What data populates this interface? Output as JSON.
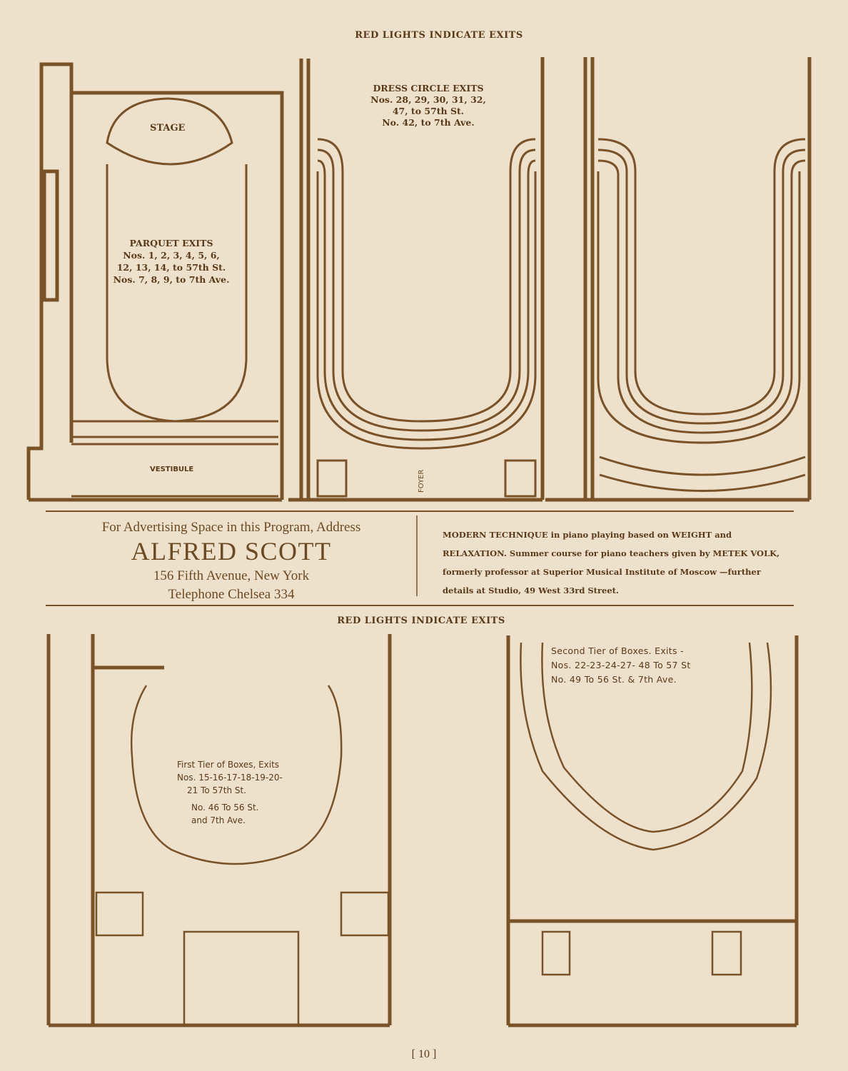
{
  "header_top": "RED LIGHTS INDICATE EXITS",
  "header_bottom": "RED LIGHTS INDICATE EXITS",
  "parquet": {
    "stage": "STAGE",
    "title": "PARQUET EXITS",
    "lines": [
      "Nos. 1, 2, 3, 4, 5, 6,",
      "12, 13, 14, to 57th St.",
      "Nos. 7, 8, 9, to 7th Ave."
    ],
    "vestibule": "VESTIBULE"
  },
  "dress_circle": {
    "title": "DRESS CIRCLE EXITS",
    "lines": [
      "Nos. 28, 29, 30, 31, 32,",
      "47, to 57th St.",
      "No. 42, to 7th Ave."
    ],
    "foyer": "FOYER"
  },
  "ad_left": {
    "line1": "For Advertising Space in this Program, Address",
    "name": "ALFRED SCOTT",
    "address": "156 Fifth Avenue, New York",
    "phone": "Telephone Chelsea 334"
  },
  "ad_right": {
    "text": "MODERN TECHNIQUE in piano playing based on WEIGHT and RELAXATION. Summer course for piano teachers given by METEK VOLK, formerly professor at Superior Musical Institute of Moscow —further details at Studio, 49 West 33rd Street."
  },
  "first_tier": {
    "lines": [
      "First Tier of Boxes, Exits",
      "Nos. 15-16-17-18-19-20-",
      "21 To 57th St.",
      "No. 46 To 56 St.",
      "and 7th Ave."
    ]
  },
  "second_tier": {
    "lines": [
      "Second Tier of Boxes. Exits -",
      "Nos. 22-23-24-27- 48 To 57 St",
      "No. 49 To 56 St. & 7th Ave."
    ]
  },
  "page_number": "[ 10 ]"
}
